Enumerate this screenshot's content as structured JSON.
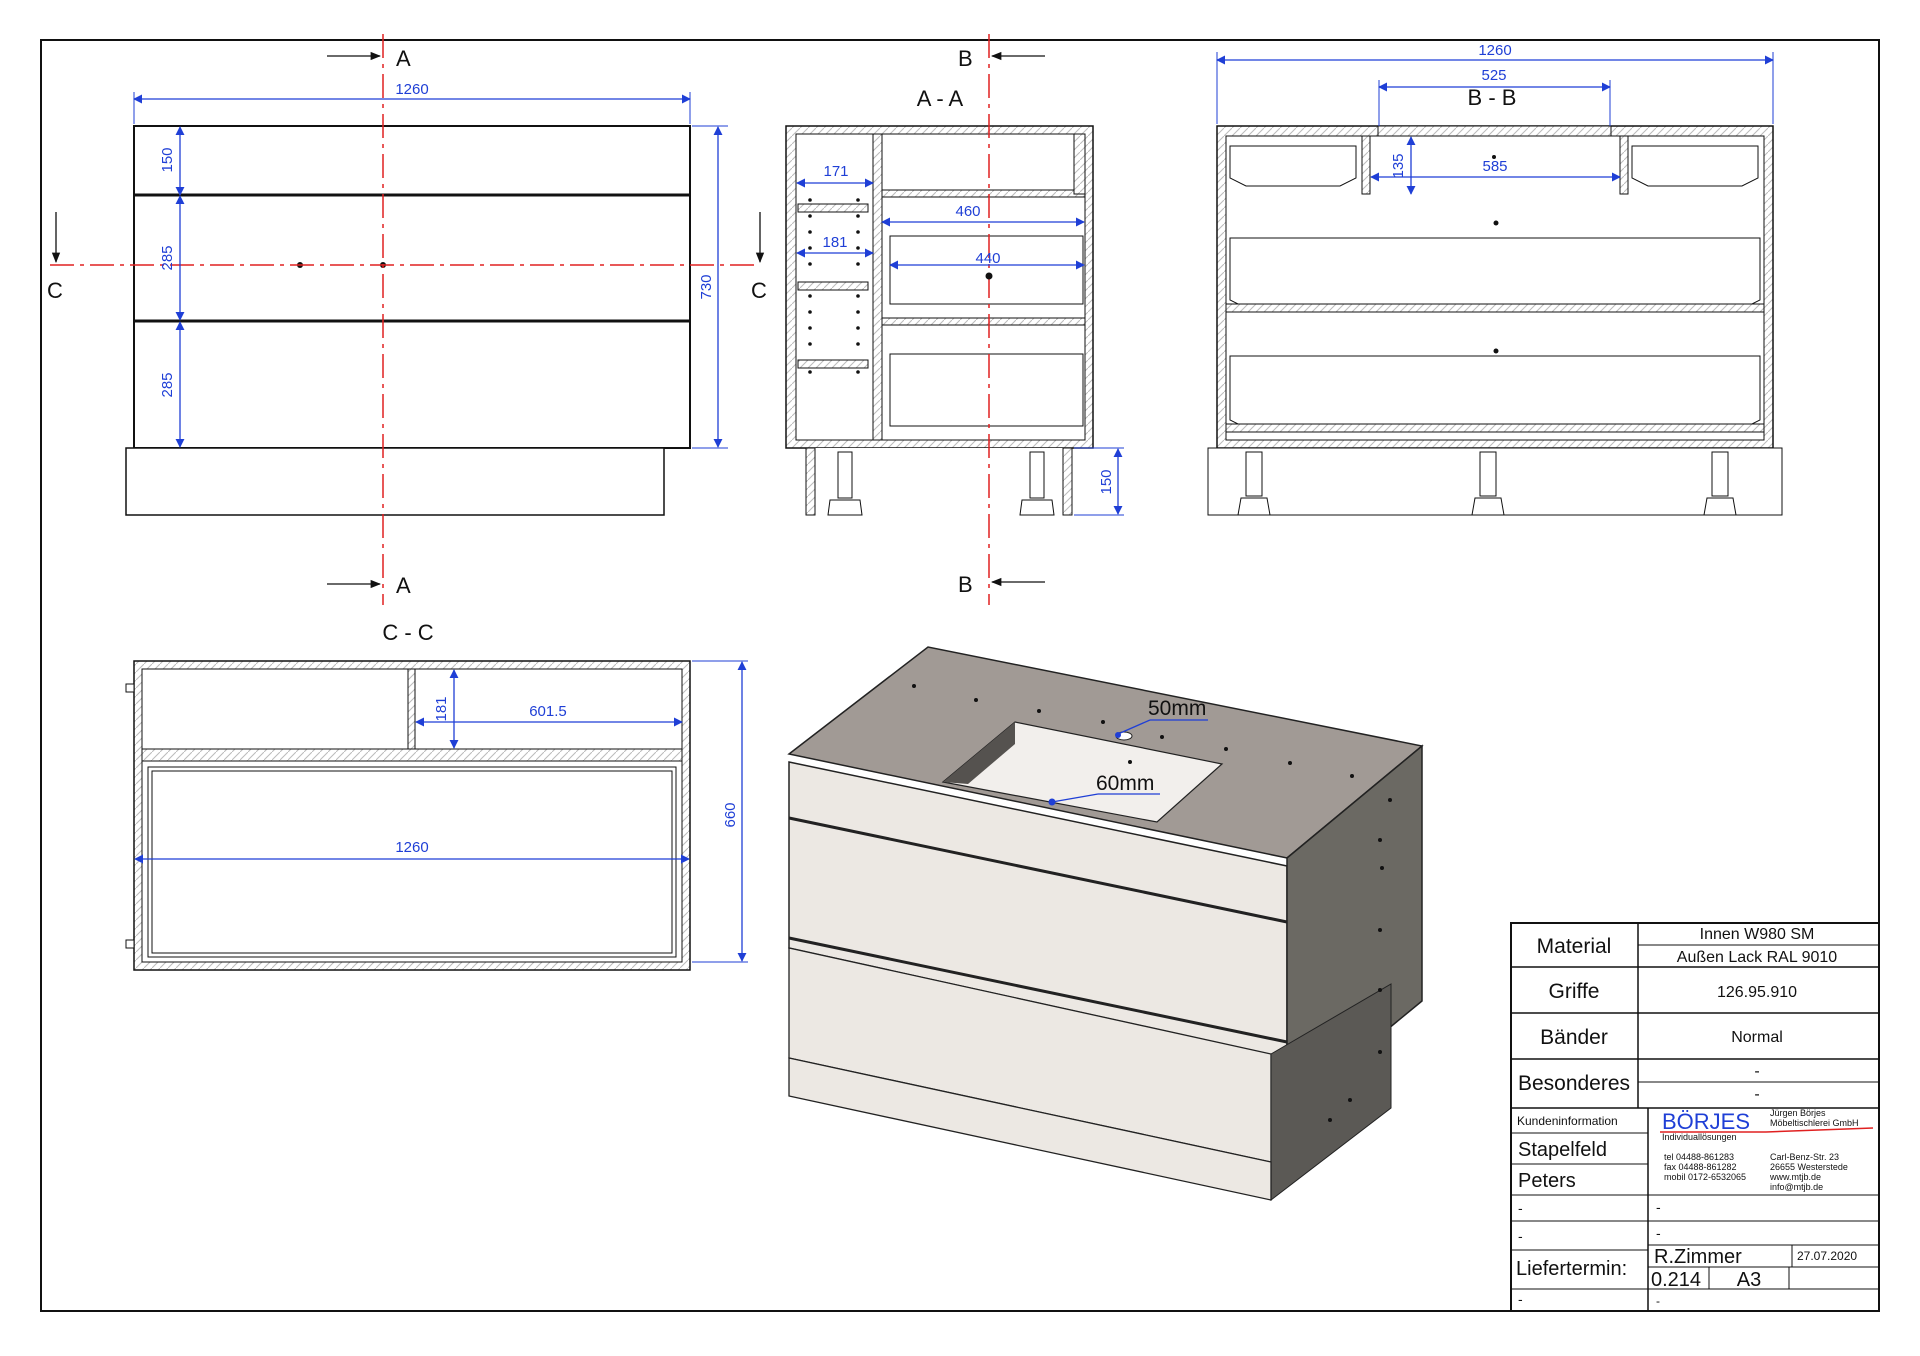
{
  "views": {
    "front": {
      "dims": {
        "width": "1260",
        "h1": "150",
        "h2": "285",
        "h3": "285",
        "total": "730"
      },
      "sections": {
        "a": "A",
        "b": "B",
        "c": "C"
      }
    },
    "section_aa": {
      "title": "A - A",
      "dims": {
        "d171": "171",
        "d181": "181",
        "d460": "460",
        "d440": "440",
        "d150": "150"
      }
    },
    "section_bb": {
      "title": "B - B",
      "dims": {
        "d1260": "1260",
        "d525": "525",
        "d135": "135",
        "d585": "585"
      }
    },
    "section_cc": {
      "title": "C - C",
      "dims": {
        "d181": "181",
        "d6015": "601.5",
        "d1260": "1260",
        "d660": "660"
      }
    },
    "iso": {
      "hole": "50mm",
      "cutout": "60mm"
    }
  },
  "title_block": {
    "material_label": "Material",
    "material_inner": "Innen W980 SM",
    "material_outer": "Außen Lack RAL 9010",
    "griffe_label": "Griffe",
    "griffe_value": "126.95.910",
    "baender_label": "Bänder",
    "baender_value": "Normal",
    "besonderes_label": "Besonderes",
    "besonderes_1": "-",
    "besonderes_2": "-",
    "customer_info_label": "Kundeninformation",
    "customer_1": "Stapelfeld",
    "customer_2": "Peters",
    "dash_left_1": "-",
    "dash_left_2": "-",
    "liefertermin_label": "Liefertermin:",
    "dash_left_3": "-",
    "dash_right_1": "-",
    "dash_right_2": "-",
    "room": "R.Zimmer",
    "date": "27.07.2020",
    "number": "0.214",
    "format": "A3",
    "dash_bottom": "-",
    "company": {
      "logo": "BÖRJES",
      "tagline": "Individuallösungen",
      "owner_1": "Jürgen Börjes",
      "owner_2": "Möbeltischlerei GmbH",
      "tel": "tel     04488-861283",
      "fax": "fax    04488-861282",
      "mobil": "mobil 0172-6532065",
      "street": "Carl-Benz-Str. 23",
      "city": "26655 Westerstede",
      "web": "www.mtjb.de",
      "mail": "info@mtjb.de"
    }
  }
}
